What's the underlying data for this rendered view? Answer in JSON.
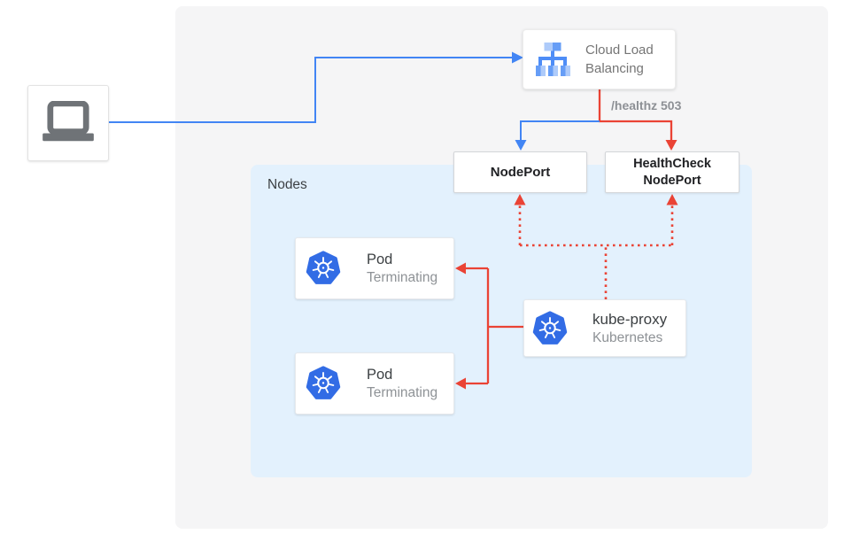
{
  "colors": {
    "accent_blue": "#4285f4",
    "accent_red": "#ea4335",
    "kubernetes_blue": "#326ce5",
    "clb_icon_light": "#aecbfa",
    "clb_icon_medium": "#669df6",
    "clb_icon_line": "#4e8df7",
    "laptop_gray": "#6f7377",
    "panel_bg": "#f5f5f6",
    "nodes_panel_bg": "#e3f1fd"
  },
  "diagram": {
    "client": {
      "icon": "laptop-icon"
    },
    "cloud_load_balancing": {
      "icon": "cloud-load-balancing-icon",
      "label_line1": "Cloud Load",
      "label_line2": "Balancing"
    },
    "health_check_label": "/healthz 503",
    "nodes_panel": {
      "label": "Nodes"
    },
    "nodeport": {
      "label": "NodePort"
    },
    "healthcheck_nodeport": {
      "label_line1": "HealthCheck",
      "label_line2": "NodePort"
    },
    "pods": [
      {
        "icon": "kubernetes-icon",
        "title": "Pod",
        "status": "Terminating"
      },
      {
        "icon": "kubernetes-icon",
        "title": "Pod",
        "status": "Terminating"
      }
    ],
    "kube_proxy": {
      "icon": "kubernetes-icon",
      "title": "kube-proxy",
      "subtitle": "Kubernetes"
    }
  }
}
